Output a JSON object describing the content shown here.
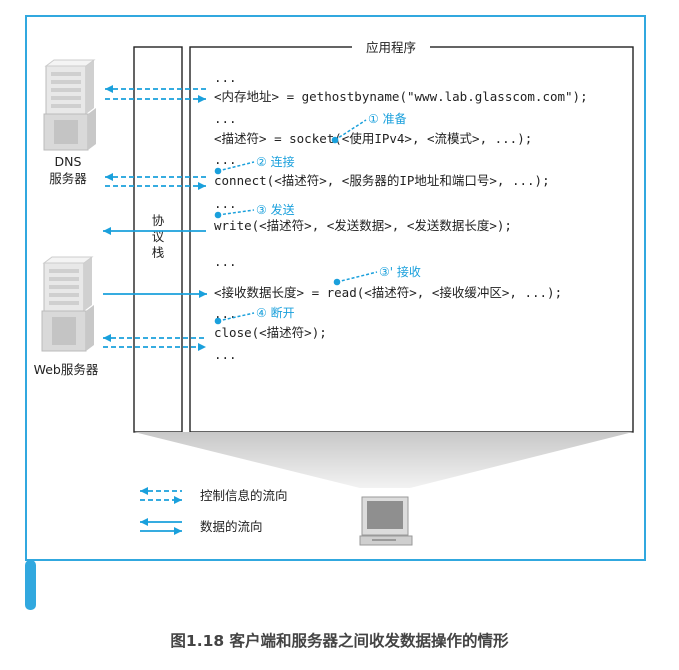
{
  "app_header": "应用程序",
  "protocol_stack": [
    "协",
    "议",
    "栈"
  ],
  "dns_server_label": [
    "DNS",
    "服务器"
  ],
  "web_server_label": "Web服务器",
  "code_lines": [
    "...",
    "<内存地址> = gethostbyname(\"www.lab.glasscom.com\");",
    "...",
    "<描述符> = socket(<使用IPv4>, <流模式>, ...);",
    "...",
    "connect(<描述符>, <服务器的IP地址和端口号>, ...);",
    "...",
    "write(<描述符>, <发送数据>, <发送数据长度>);",
    "...",
    "<接收数据长度> = read(<描述符>, <接收缓冲区>, ...);",
    "...",
    "close(<描述符>);",
    "..."
  ],
  "annotations": [
    "① 准备",
    "② 连接",
    "③ 发送",
    "③' 接收",
    "④ 断开"
  ],
  "legend": {
    "control": "控制信息的流向",
    "data": "数据的流向"
  },
  "colors": {
    "accent": "#1aa0dc",
    "frame": "#31a8df"
  },
  "caption": "图1.18 客户端和服务器之间收发数据操作的情形"
}
